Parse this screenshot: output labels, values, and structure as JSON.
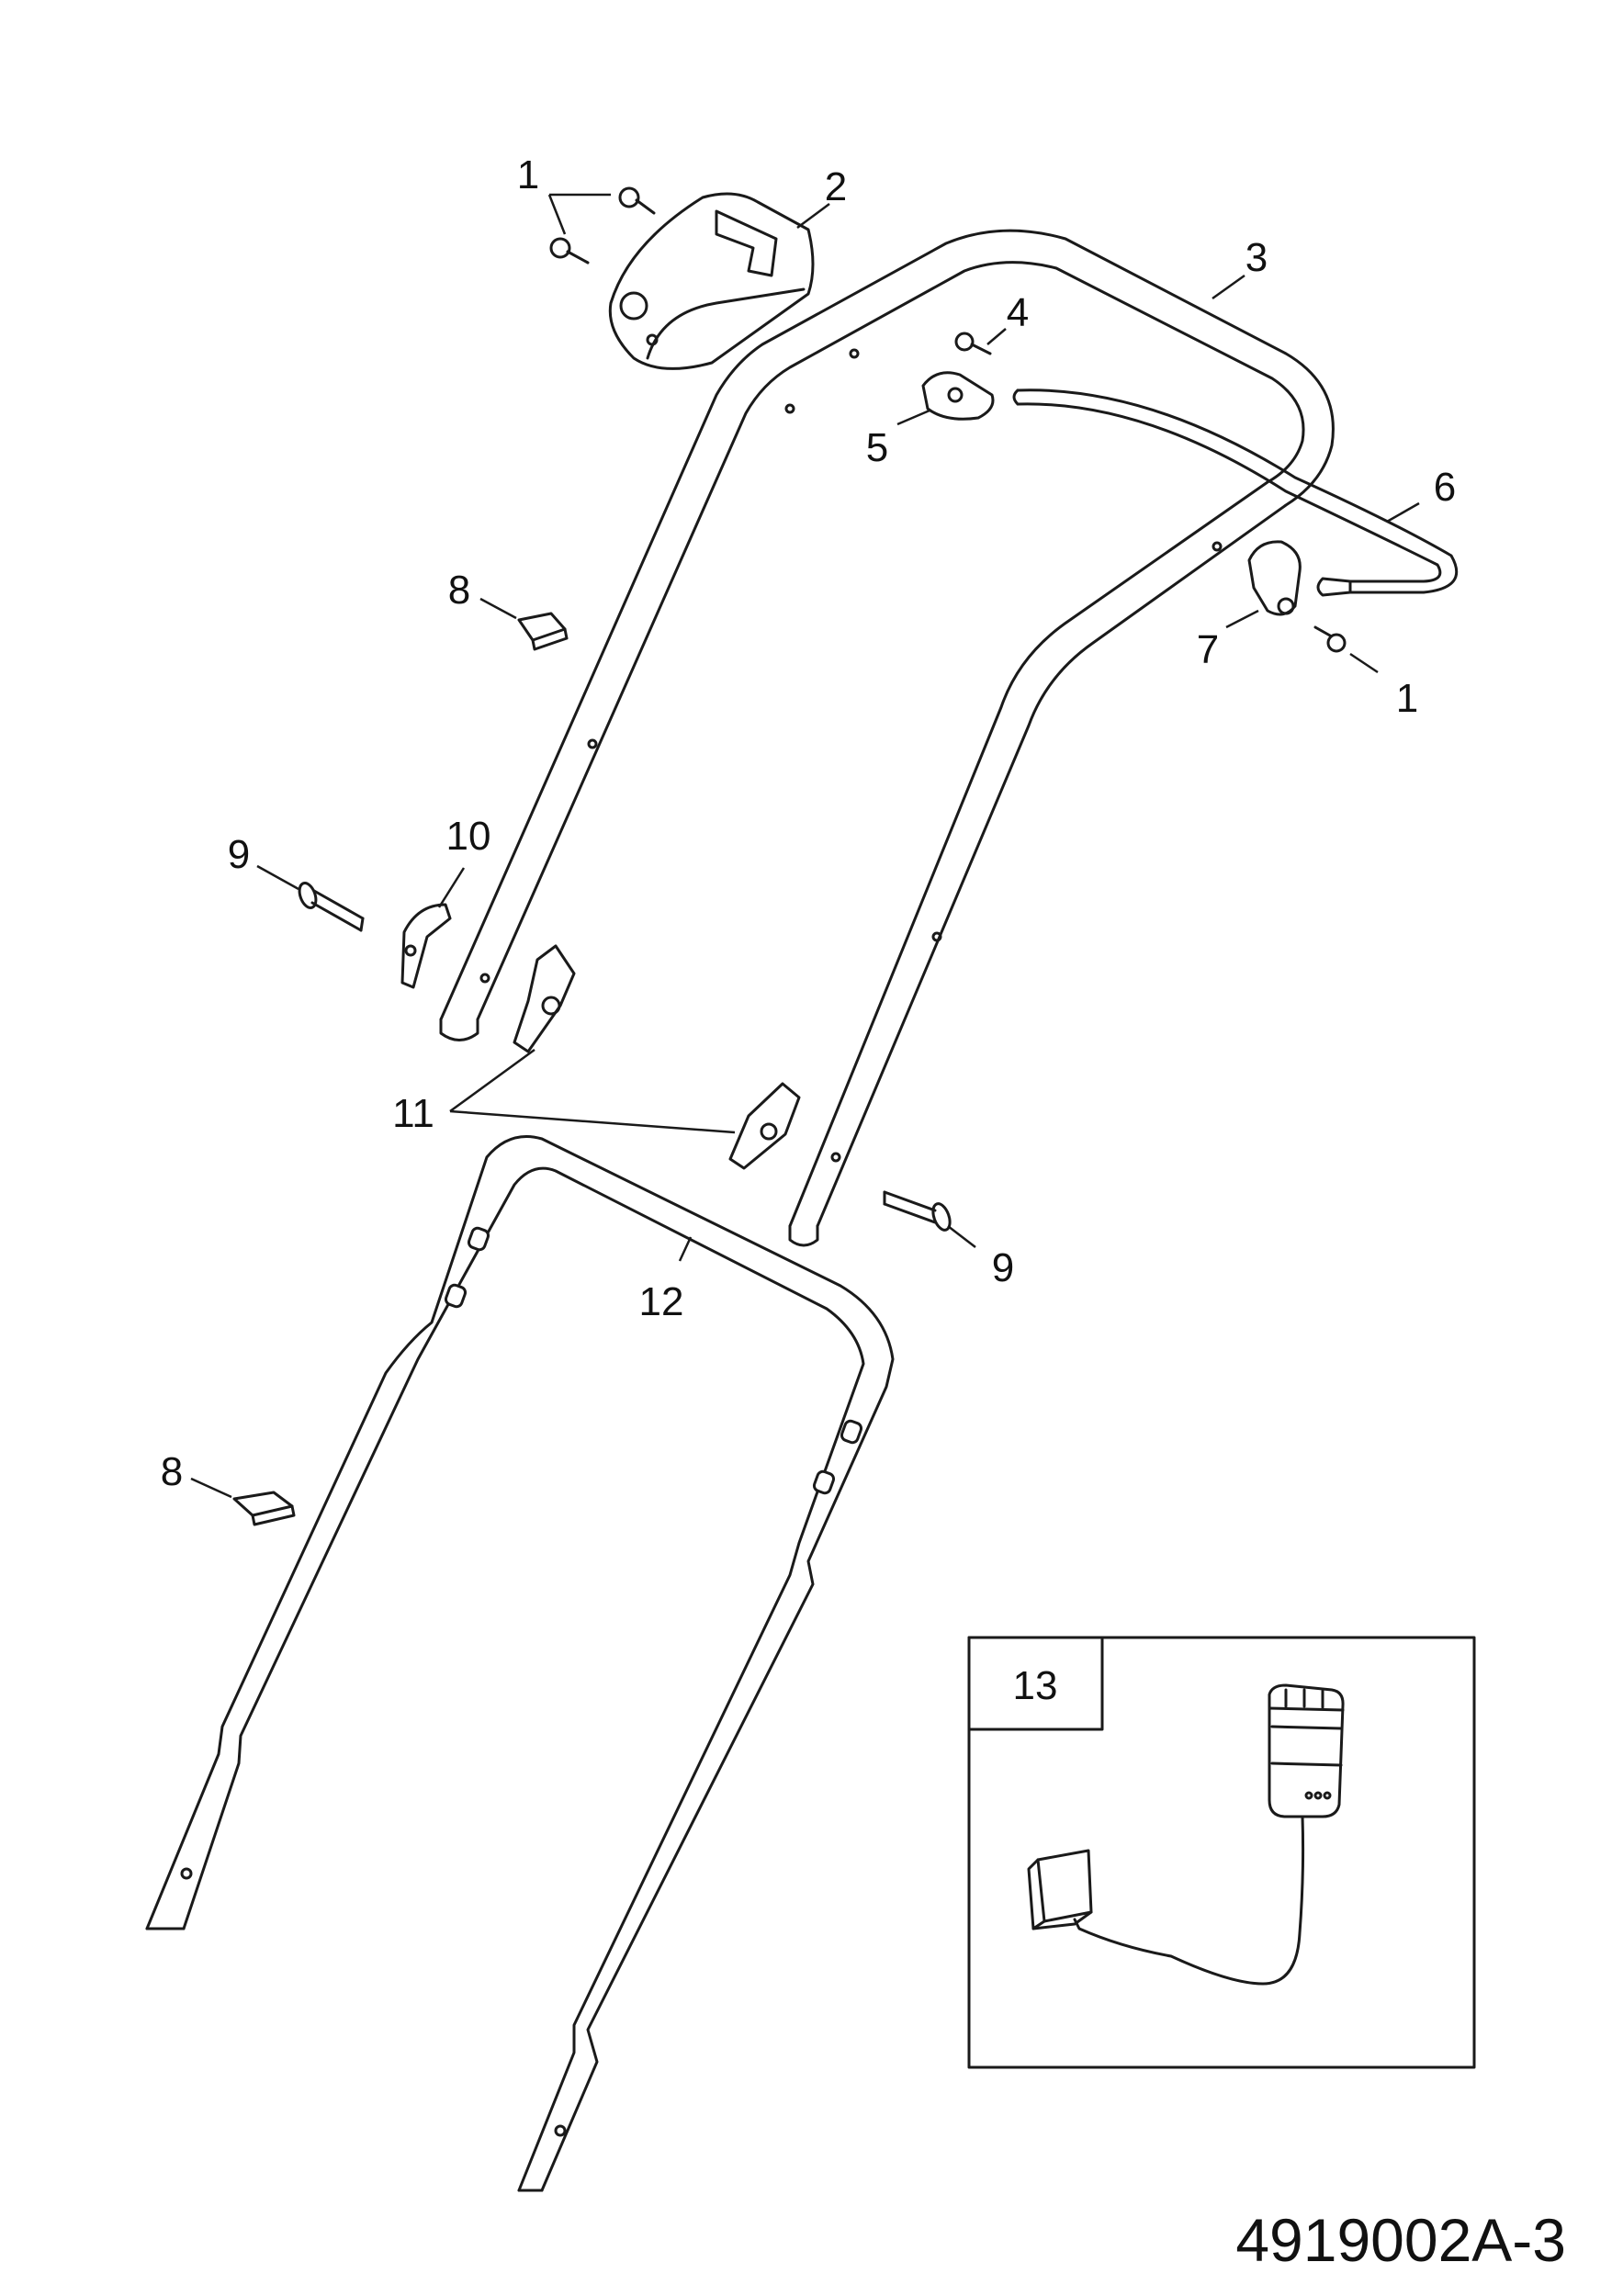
{
  "callouts": {
    "c1a": "1",
    "c1b": "1",
    "c2": "2",
    "c3": "3",
    "c4": "4",
    "c5": "5",
    "c6": "6",
    "c7": "7",
    "c8a": "8",
    "c8b": "8",
    "c9a": "9",
    "c9b": "9",
    "c10": "10",
    "c11": "11",
    "c12": "12",
    "c13": "13"
  },
  "drawing_number": "4919002A-3",
  "colors": {
    "line": "#1a1a1a",
    "background": "#ffffff"
  }
}
